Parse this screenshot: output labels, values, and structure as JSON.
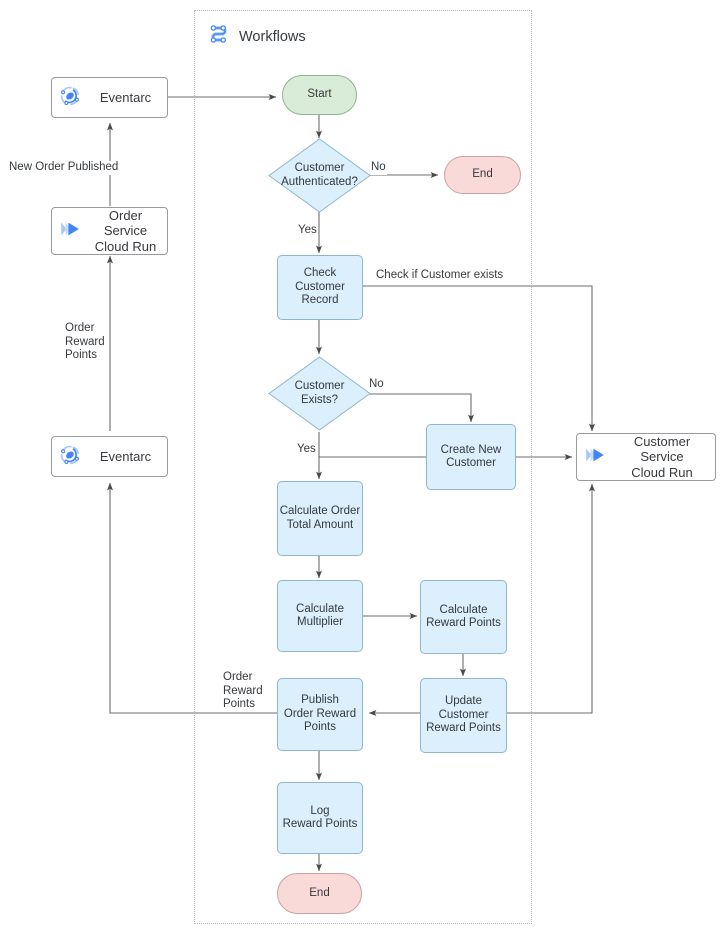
{
  "container": {
    "title": "Workflows",
    "icon": "workflows-icon"
  },
  "nodes": {
    "eventarc_top": {
      "label": "Eventarc",
      "icon": "eventarc-icon",
      "type": "gcp-service"
    },
    "order_service": {
      "label": "Order Service\nCloud Run",
      "line1": "Order Service",
      "line2": "Cloud Run",
      "icon": "cloud-run-icon",
      "type": "gcp-service"
    },
    "eventarc_bottom": {
      "label": "Eventarc",
      "icon": "eventarc-icon",
      "type": "gcp-service"
    },
    "customer_service": {
      "line1": "Customer Service",
      "line2": "Cloud Run",
      "icon": "cloud-run-icon",
      "type": "gcp-service"
    },
    "start": {
      "label": "Start",
      "type": "terminator-start"
    },
    "end_auth_fail": {
      "label": "End",
      "type": "terminator-end"
    },
    "end_final": {
      "label": "End",
      "type": "terminator-end"
    },
    "customer_authenticated": {
      "line1": "Customer",
      "line2": "Authenticated?",
      "type": "decision"
    },
    "check_customer_record": {
      "line1": "Check",
      "line2": "Customer",
      "line3": "Record",
      "type": "process"
    },
    "customer_exists": {
      "line1": "Customer",
      "line2": "Exists?",
      "type": "decision"
    },
    "create_new_customer": {
      "line1": "Create New",
      "line2": "Customer",
      "type": "process"
    },
    "calculate_order_total": {
      "line1": "Calculate Order",
      "line2": "Total Amount",
      "type": "process"
    },
    "calculate_multiplier": {
      "line1": "Calculate",
      "line2": "Multiplier",
      "type": "process"
    },
    "calculate_reward_points": {
      "line1": "Calculate",
      "line2": "Reward Points",
      "type": "process"
    },
    "publish_order_reward_points": {
      "line1": "Publish",
      "line2": "Order Reward",
      "line3": "Points",
      "type": "process"
    },
    "update_customer_reward_points": {
      "line1": "Update",
      "line2": "Customer",
      "line3": "Reward Points",
      "type": "process"
    },
    "log_reward_points": {
      "line1": "Log",
      "line2": "Reward Points",
      "type": "process"
    }
  },
  "edge_labels": {
    "new_order_published": "New Order Published",
    "order_reward_points_left": "Order\nReward\nPoints",
    "order_reward_points_mid": "Order\nReward\nPoints",
    "auth_no": "No",
    "auth_yes": "Yes",
    "exists_no": "No",
    "exists_yes": "Yes",
    "check_if_customer_exists": "Check if Customer exists"
  },
  "colors": {
    "process_fill": "#dbeffc",
    "process_stroke": "#8fb7cb",
    "start_fill": "#d8ecd7",
    "start_stroke": "#93b391",
    "end_fill": "#fad9d9",
    "end_stroke": "#c9a3a3",
    "service_fill": "#ffffff",
    "service_stroke": "#9a9a9a",
    "wire": "#6d6d6d",
    "container_border": "#b8b8b8",
    "text": "#36393d",
    "google_blue": "#4285f4",
    "google_blue_light": "#a6c8fa"
  }
}
